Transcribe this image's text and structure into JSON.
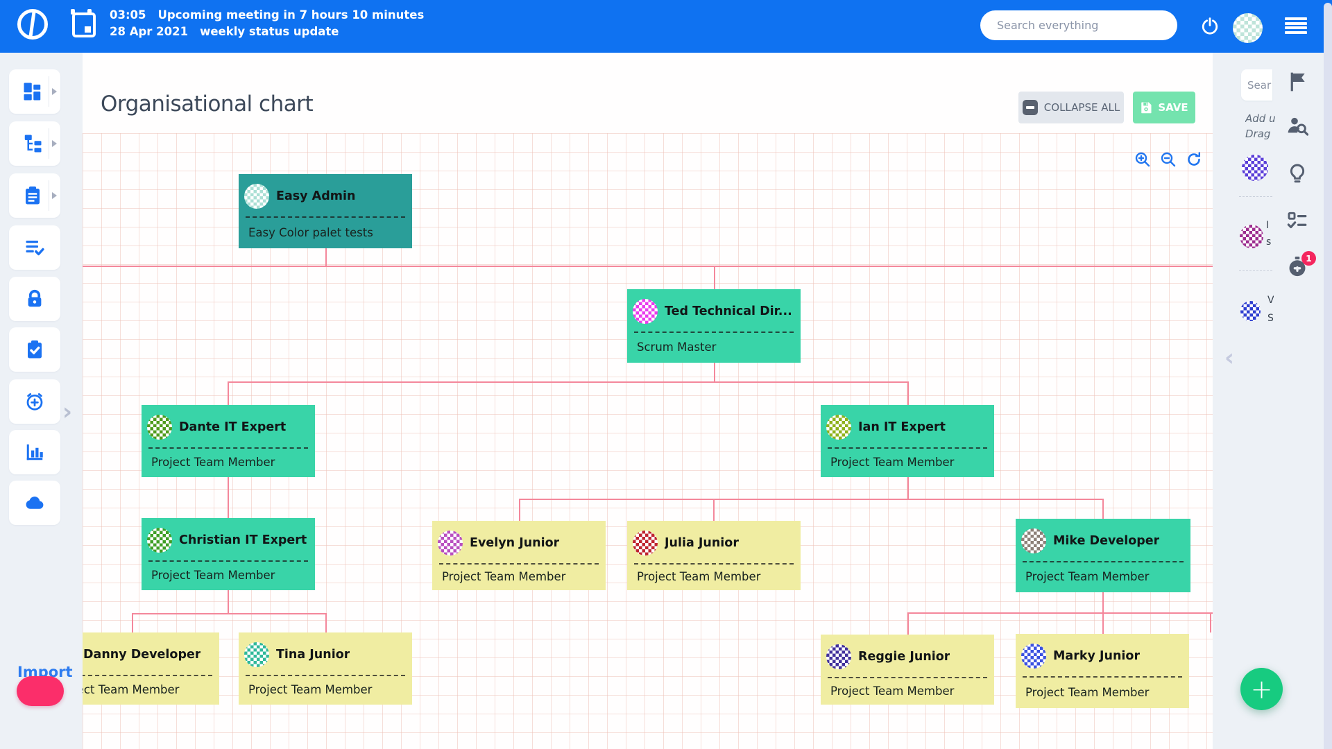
{
  "top_bar": {
    "time": "03:05",
    "upcoming": "Upcoming meeting in 7 hours 10 minutes",
    "date": "28 Apr 2021",
    "meeting": "weekly status update",
    "search_placeholder": "Search everything",
    "color": "#0f72f1"
  },
  "sidebar": {
    "icons": [
      "dashboard",
      "org-chart",
      "clipboard",
      "list-check",
      "lock",
      "clipboard-check",
      "alarm-add",
      "bar-chart",
      "cloud"
    ],
    "expand_arrow": "›"
  },
  "canvas": {
    "title": "Organisational chart",
    "collapse_all_label": "COLLAPSE ALL",
    "save_label": "SAVE",
    "zoom_tools": [
      "zoom-in",
      "zoom-out",
      "refresh"
    ]
  },
  "import_widget": {
    "label": "Import",
    "pill_color": "#fb2e6a"
  },
  "fab": {
    "label": "+",
    "color": "#17cb80"
  },
  "org_chart": {
    "connector_color": "#f4879b",
    "node_colors": {
      "teal_dark": "#2a9e99",
      "mint": "#39d4a8",
      "yellow": "#f0eda2"
    },
    "nodes": [
      {
        "id": "easy-admin",
        "name": "Easy Admin",
        "role": "Easy Color palet tests",
        "style": "teal_dark",
        "avatar_color": "#aadfd4"
      },
      {
        "id": "ted",
        "name": "Ted Technical Dir...",
        "role": "Scrum Master",
        "style": "mint",
        "avatar_color": "#ea3bee"
      },
      {
        "id": "dante",
        "name": "Dante IT Expert",
        "role": "Project Team Member",
        "style": "mint",
        "avatar_color": "#4f9b1c"
      },
      {
        "id": "ian",
        "name": "Ian IT Expert",
        "role": "Project Team Member",
        "style": "mint",
        "avatar_color": "#8fb21c"
      },
      {
        "id": "christian",
        "name": "Christian IT Expert",
        "role": "Project Team Member",
        "style": "mint",
        "avatar_color": "#3f9e25"
      },
      {
        "id": "evelyn",
        "name": "Evelyn Junior",
        "role": "Project Team Member",
        "style": "yellow",
        "avatar_color": "#b94fc0"
      },
      {
        "id": "julia",
        "name": "Julia Junior",
        "role": "Project Team Member",
        "style": "yellow",
        "avatar_color": "#bf2430"
      },
      {
        "id": "mike",
        "name": "Mike Developer",
        "role": "Project Team Member",
        "style": "mint",
        "avatar_color": "#8d8078"
      },
      {
        "id": "danny",
        "name": "Danny Developer",
        "role": "Project Team Member",
        "style": "yellow",
        "avatar_color": "#2fb89a"
      },
      {
        "id": "tina",
        "name": "Tina Junior",
        "role": "Project Team Member",
        "style": "yellow",
        "avatar_color": "#2fb89a"
      },
      {
        "id": "reggie",
        "name": "Reggie Junior",
        "role": "Project Team Member",
        "style": "yellow",
        "avatar_color": "#41309b"
      },
      {
        "id": "marky",
        "name": "Marky Junior",
        "role": "Project Team Member",
        "style": "yellow",
        "avatar_color": "#3b52e0"
      }
    ]
  },
  "right_panel": {
    "search_stub": "Sear",
    "hint_line1": "Add u",
    "hint_line2": "Drag",
    "collapse_arrow": "‹",
    "badge_count": "1",
    "icons": [
      "flag",
      "person-search",
      "lightbulb",
      "checklist",
      "stopwatch"
    ],
    "avatars": [
      {
        "color": "#5b3fd8",
        "fragment_top": "",
        "fragment_bottom": ""
      },
      {
        "color": "#9c2d8f",
        "fragment_top": "I",
        "fragment_bottom": "s"
      },
      {
        "color": "#2f3fd0",
        "fragment_top": "V",
        "fragment_bottom": "S"
      }
    ]
  }
}
